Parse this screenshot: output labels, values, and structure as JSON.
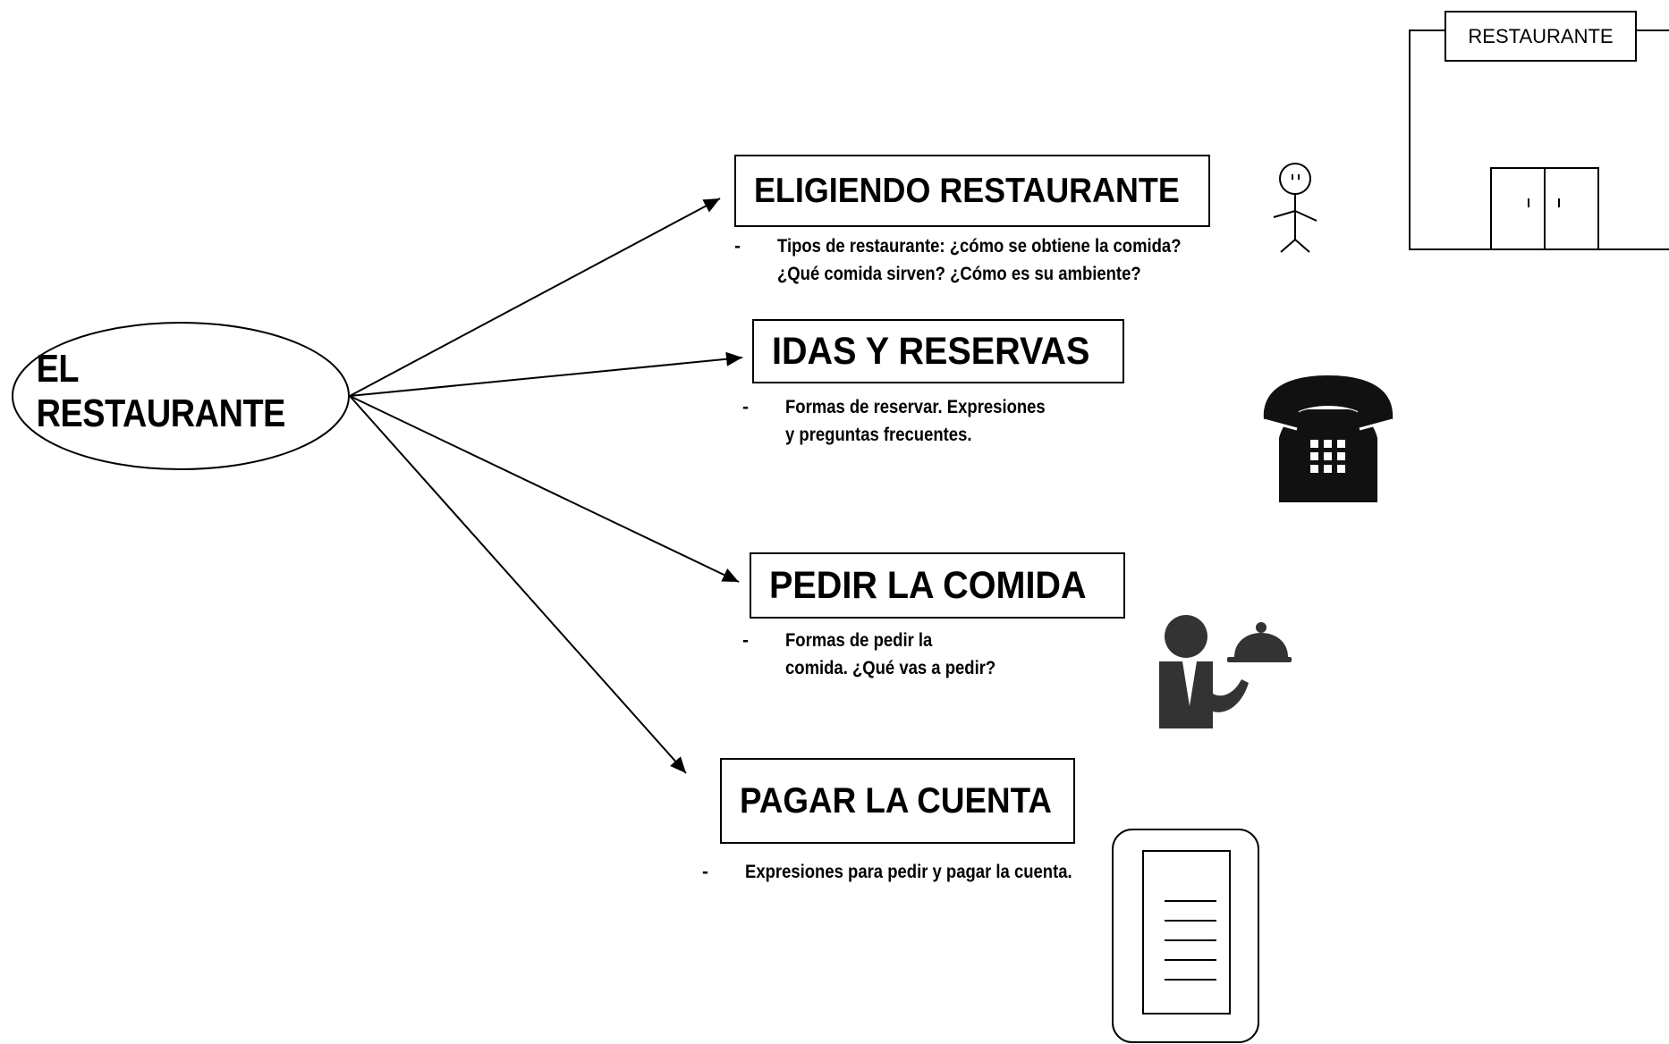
{
  "central": {
    "label": "EL RESTAURANTE"
  },
  "topics": [
    {
      "title": "ELIGIENDO RESTAURANTE",
      "bullet": "-",
      "lines": [
        "Tipos de restaurante: ¿cómo se obtiene la comida?",
        "¿Qué comida sirven? ¿Cómo es su ambiente?"
      ]
    },
    {
      "title": "IDAS Y RESERVAS",
      "bullet": "-",
      "lines": [
        "Formas de reservar. Expresiones",
        "y preguntas frecuentes."
      ]
    },
    {
      "title": "PEDIR LA COMIDA",
      "bullet": "-",
      "lines": [
        "Formas de pedir la",
        "comida. ¿Qué vas a pedir?"
      ]
    },
    {
      "title": "PAGAR LA CUENTA",
      "bullet": "-",
      "lines": [
        "Expresiones para pedir y pagar la cuenta."
      ]
    }
  ],
  "illustrations": {
    "building_sign": "RESTAURANTE",
    "icons": [
      "stick-figure-icon",
      "restaurant-building-icon",
      "telephone-icon",
      "waiter-icon",
      "bill-icon"
    ]
  }
}
